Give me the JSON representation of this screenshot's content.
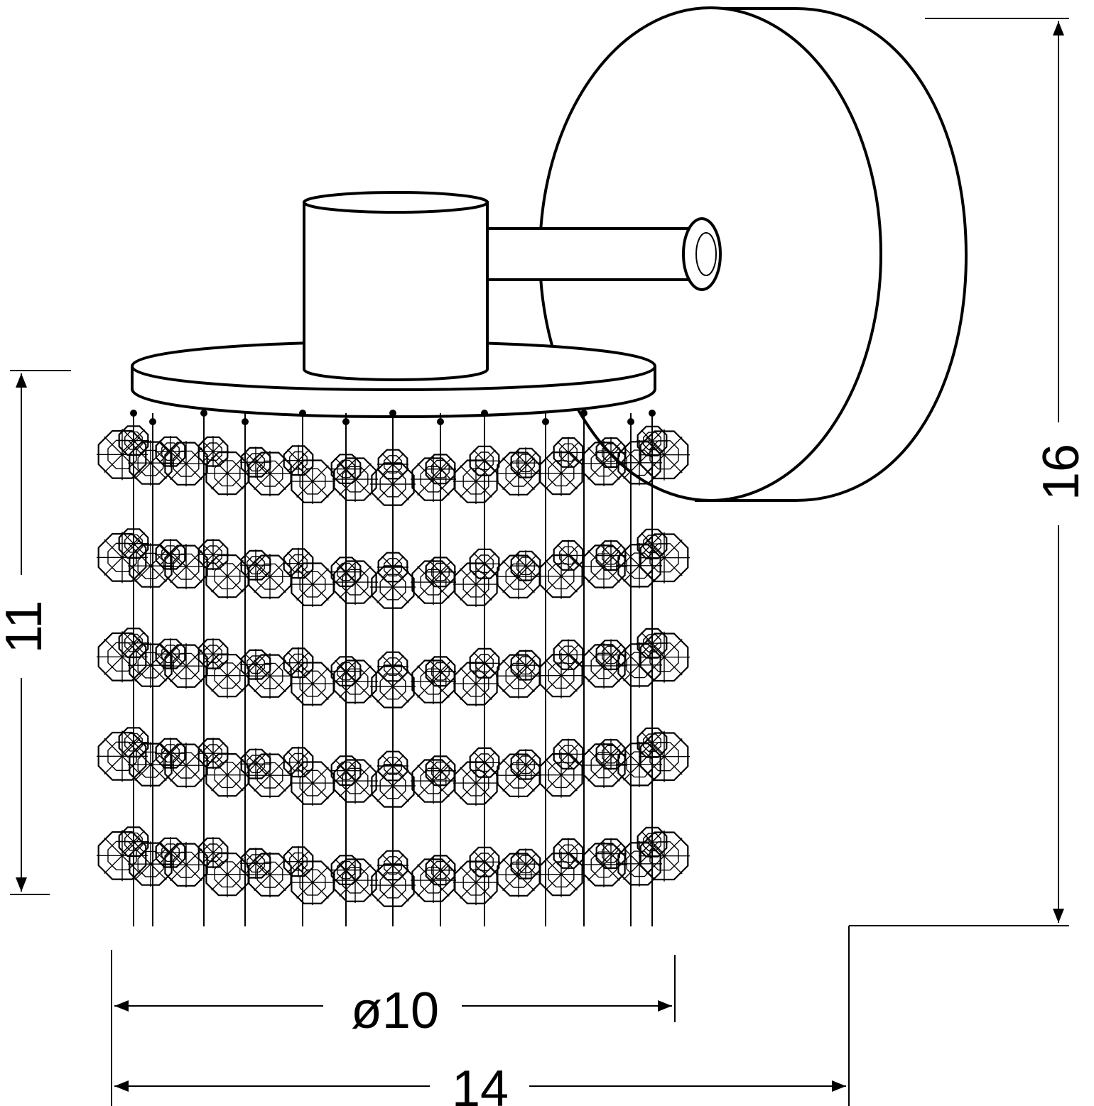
{
  "dimensions": {
    "height_total": "16",
    "shade_height": "11",
    "shade_diameter": "ø10",
    "total_depth": "14"
  },
  "icons": {
    "lamp": "wall-lamp-crystal-shade-icon"
  },
  "colors": {
    "line": "#000000",
    "background": "#ffffff"
  }
}
